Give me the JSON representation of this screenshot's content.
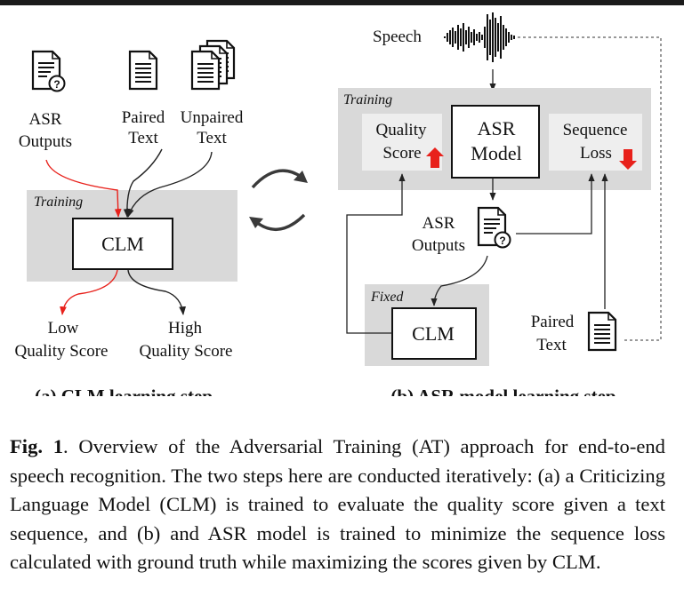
{
  "diagram": {
    "left": {
      "asr_outputs": [
        "ASR",
        "Outputs"
      ],
      "paired_text": [
        "Paired",
        "Text"
      ],
      "unpaired_text": [
        "Unpaired",
        "Text"
      ],
      "training_label": "Training",
      "clm_label": "CLM",
      "low_score": [
        "Low",
        "Quality Score"
      ],
      "high_score": [
        "High",
        "Quality Score"
      ],
      "subcaption": "(a) CLM learning step"
    },
    "right": {
      "speech_label": "Speech",
      "training_label": "Training",
      "quality_score": [
        "Quality",
        "Score"
      ],
      "asr_model": [
        "ASR",
        "Model"
      ],
      "sequence_loss": [
        "Sequence",
        "Loss"
      ],
      "asr_outputs": [
        "ASR",
        "Outputs"
      ],
      "fixed_label": "Fixed",
      "clm_label": "CLM",
      "paired_text": [
        "Paired",
        "Text"
      ],
      "subcaption": "(b) ASR model learning step"
    },
    "colors": {
      "gray_box": "#d9d9d9",
      "light_box": "#eeeeee",
      "red_arrow": "#e8211b",
      "dark": "#222222"
    },
    "icons": [
      "document-question-icon",
      "document-lines-icon",
      "document-stack-icon",
      "waveform-icon",
      "cycle-arrows-icon",
      "up-arrow-icon",
      "down-arrow-icon"
    ]
  },
  "caption": {
    "fig_label": "Fig. 1",
    "text": ". Overview of the Adversarial Training (AT) approach for end-to-end speech recognition. The two steps here are conducted iteratively: (a) a Criticizing Language Model (CLM) is trained to evaluate the quality score given a text sequence, and (b) and ASR model is trained to minimize the sequence loss calculated with ground truth while maximizing the scores given by CLM."
  }
}
